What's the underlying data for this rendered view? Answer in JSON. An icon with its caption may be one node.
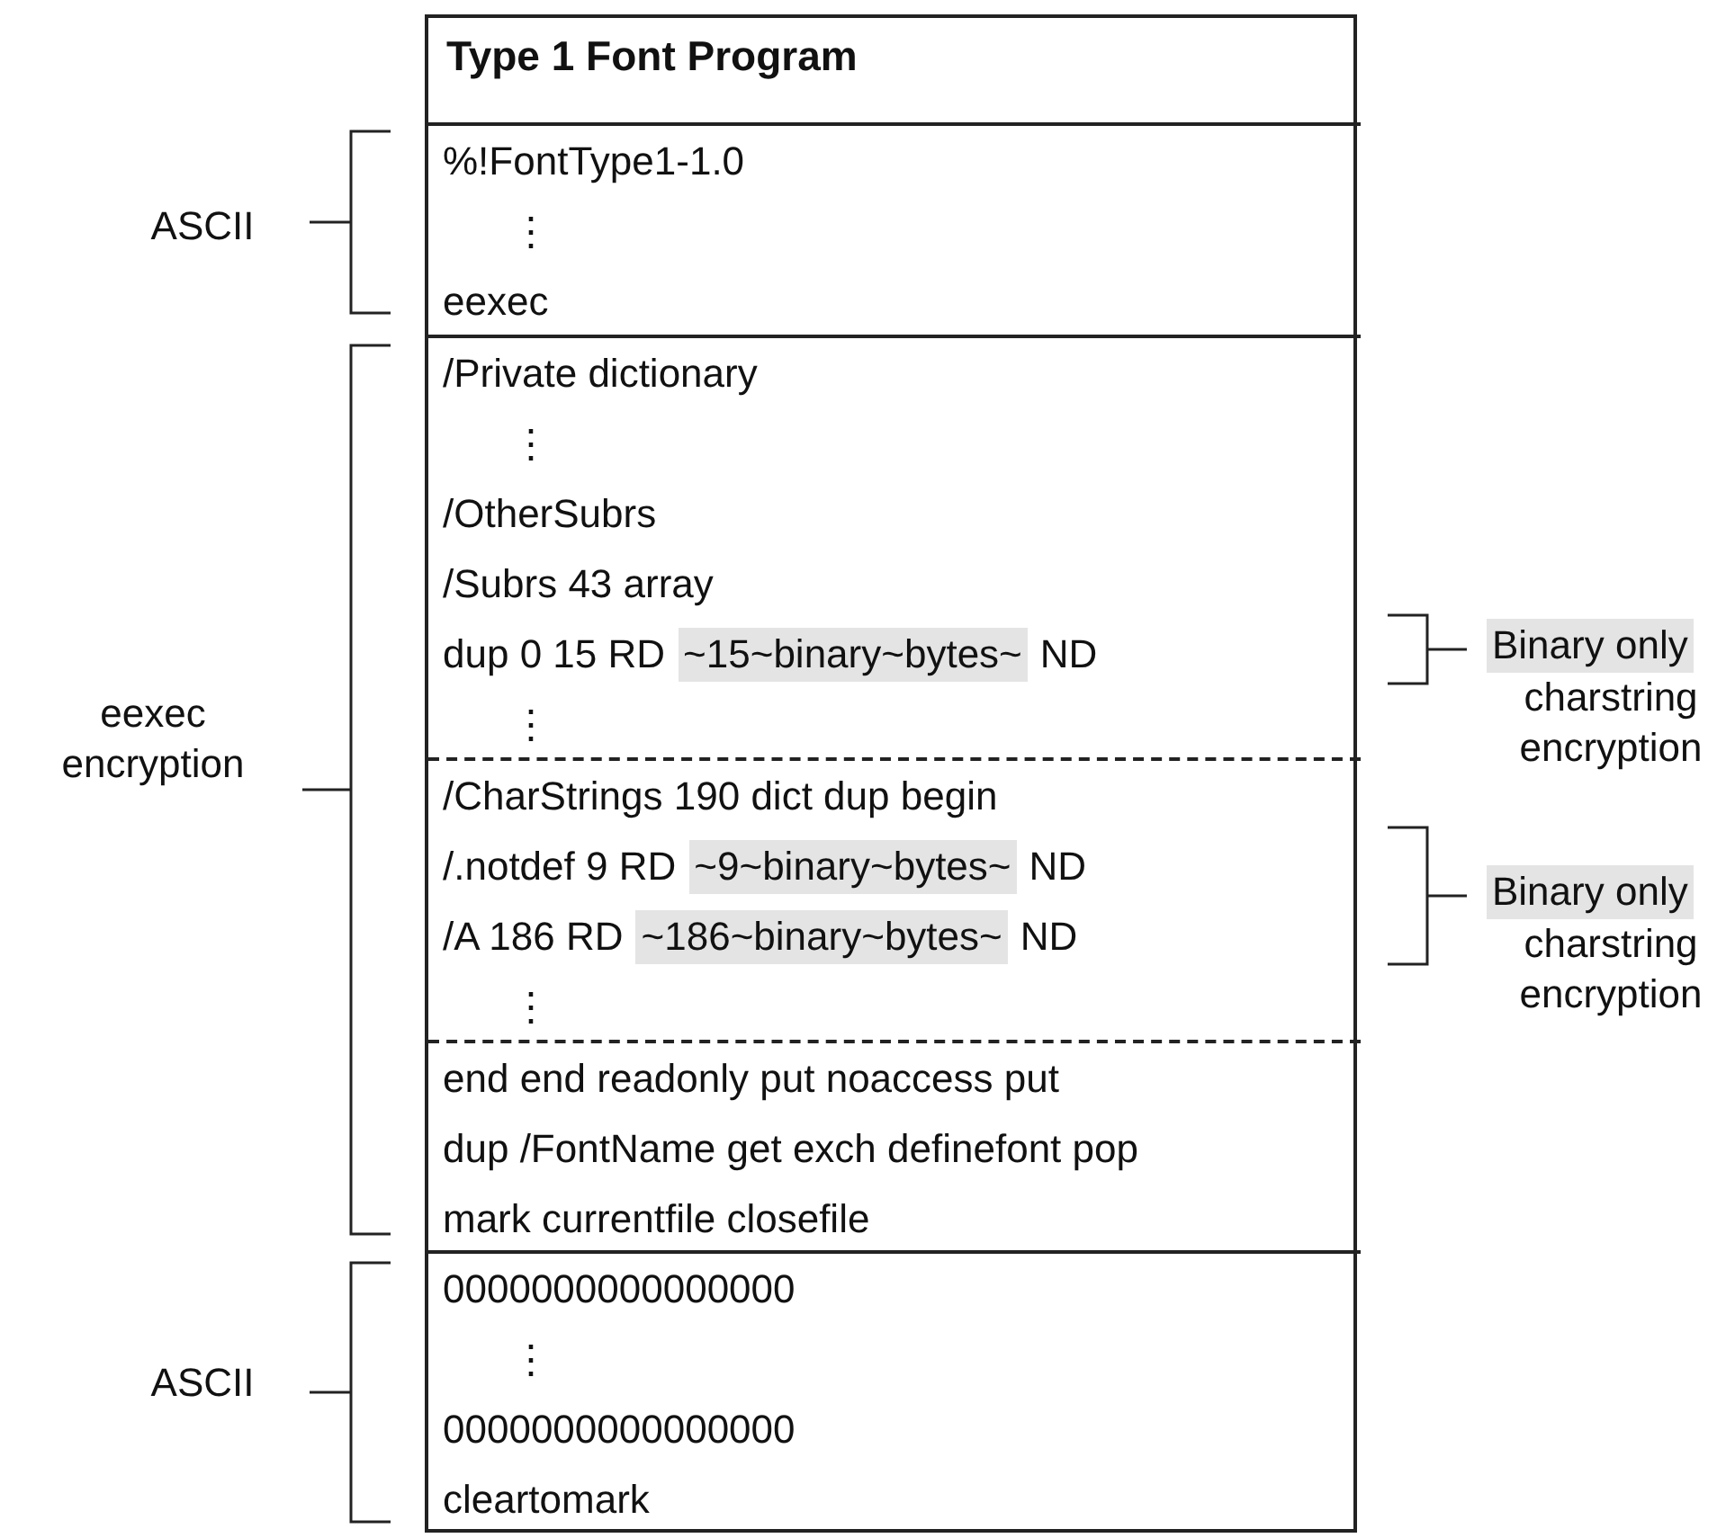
{
  "diagram": {
    "nodes": [
      {
        "text": [
          "Type 1 Font Program"
        ]
      },
      {
        "text": [
          "%!FontType1-1.0",
          "⋮",
          "eexec"
        ],
        "in": 0
      },
      {
        "text": [
          "/Private dictionary",
          "⋮",
          "/OtherSubrs",
          "/Subrs 43 array",
          "dup 0 15 RD",
          "ND",
          "⋮"
        ],
        "in": 0
      },
      {
        "text": [
          "~15~binary~bytes~"
        ],
        "in": 2
      },
      {
        "text": [
          "/CharStrings 190 dict dup begin",
          "/.notdef 9 RD",
          "ND",
          "/A 186 RD",
          "ND",
          "⋮"
        ],
        "in": 0
      },
      {
        "text": [
          "~9~binary~bytes~"
        ],
        "in": 4
      },
      {
        "text": [
          "~186~binary~bytes~"
        ],
        "in": 4
      },
      {
        "text": [
          "end end readonly put noaccess put",
          "dup /FontName get exch definefont pop",
          "mark currentfile closefile"
        ],
        "in": 0
      },
      {
        "text": [
          "0000000000000000",
          "⋮",
          "0000000000000000",
          "cleartomark"
        ],
        "in": 0
      },
      {
        "text": [
          "Binary only"
        ]
      },
      {
        "text": [
          "Binary only"
        ]
      }
    ],
    "labels": [
      "ASCII",
      "charstring encryption",
      "eexec encryption",
      "charstring encryption",
      "ASCII"
    ]
  }
}
